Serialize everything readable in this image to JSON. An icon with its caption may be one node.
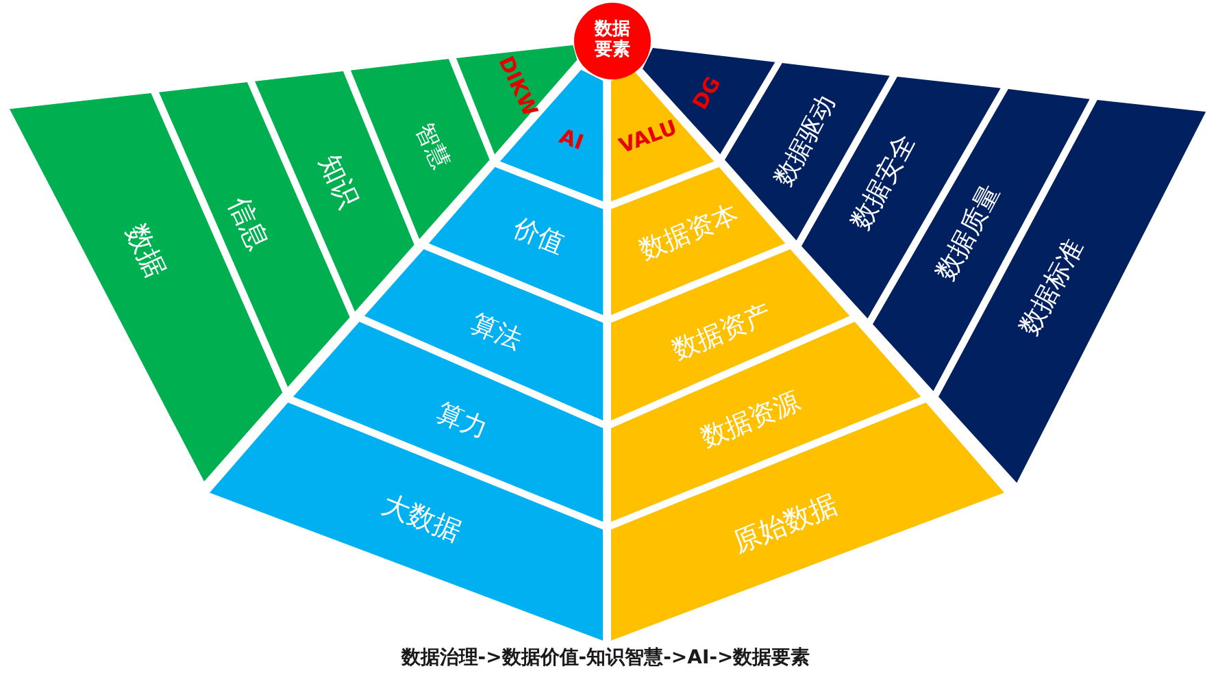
{
  "diagram": {
    "caption": "数据治理->数据价值-知识智慧->AI->数据要素",
    "nodes": [
      {
        "text": [
          "数据要素"
        ]
      },
      {
        "text": [
          "数据"
        ]
      },
      {
        "text": [
          "信息"
        ]
      },
      {
        "text": [
          "知识"
        ]
      },
      {
        "text": [
          "智慧"
        ]
      },
      {
        "text": [
          "DIKW"
        ]
      },
      {
        "text": [
          "AI"
        ]
      },
      {
        "text": [
          "价值"
        ]
      },
      {
        "text": [
          "算法"
        ]
      },
      {
        "text": [
          "算力"
        ]
      },
      {
        "text": [
          "大数据"
        ]
      },
      {
        "text": [
          "VALU"
        ]
      },
      {
        "text": [
          "数据资本"
        ]
      },
      {
        "text": [
          "数据资产"
        ]
      },
      {
        "text": [
          "数据资源"
        ]
      },
      {
        "text": [
          "原始数据"
        ]
      },
      {
        "text": [
          "DG"
        ]
      },
      {
        "text": [
          "数据驱动"
        ]
      },
      {
        "text": [
          "数据安全"
        ]
      },
      {
        "text": [
          "数据质量"
        ]
      },
      {
        "text": [
          "数据标准"
        ]
      }
    ]
  }
}
